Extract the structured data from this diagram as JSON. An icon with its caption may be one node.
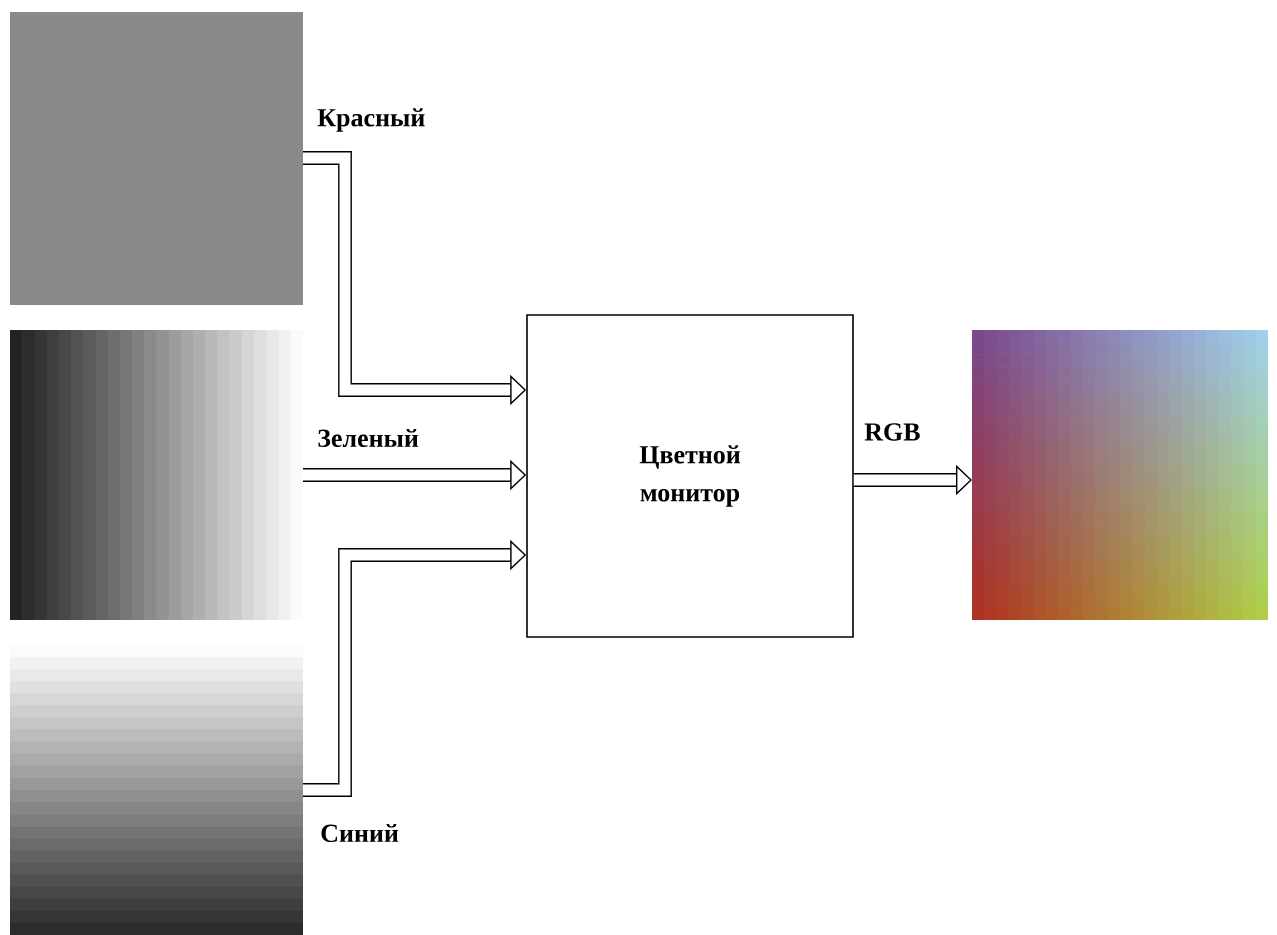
{
  "diagram": {
    "nodes": [
      {
        "text": [],
        "shape": "box"
      },
      {
        "text": [],
        "shape": "box"
      },
      {
        "text": [],
        "shape": "box"
      },
      {
        "text": [
          "Цветной монитор"
        ]
      },
      {
        "text": [],
        "shape": "box"
      }
    ],
    "edges": [
      {
        "from": 0,
        "to": 3,
        "arrow": "to",
        "label": "Красный"
      },
      {
        "from": 1,
        "to": 3,
        "arrow": "to",
        "label": "Зеленый"
      },
      {
        "from": 2,
        "to": 3,
        "arrow": "to",
        "label": "Синий"
      },
      {
        "from": 3,
        "to": 4,
        "arrow": "to",
        "label": "RGB"
      }
    ]
  }
}
